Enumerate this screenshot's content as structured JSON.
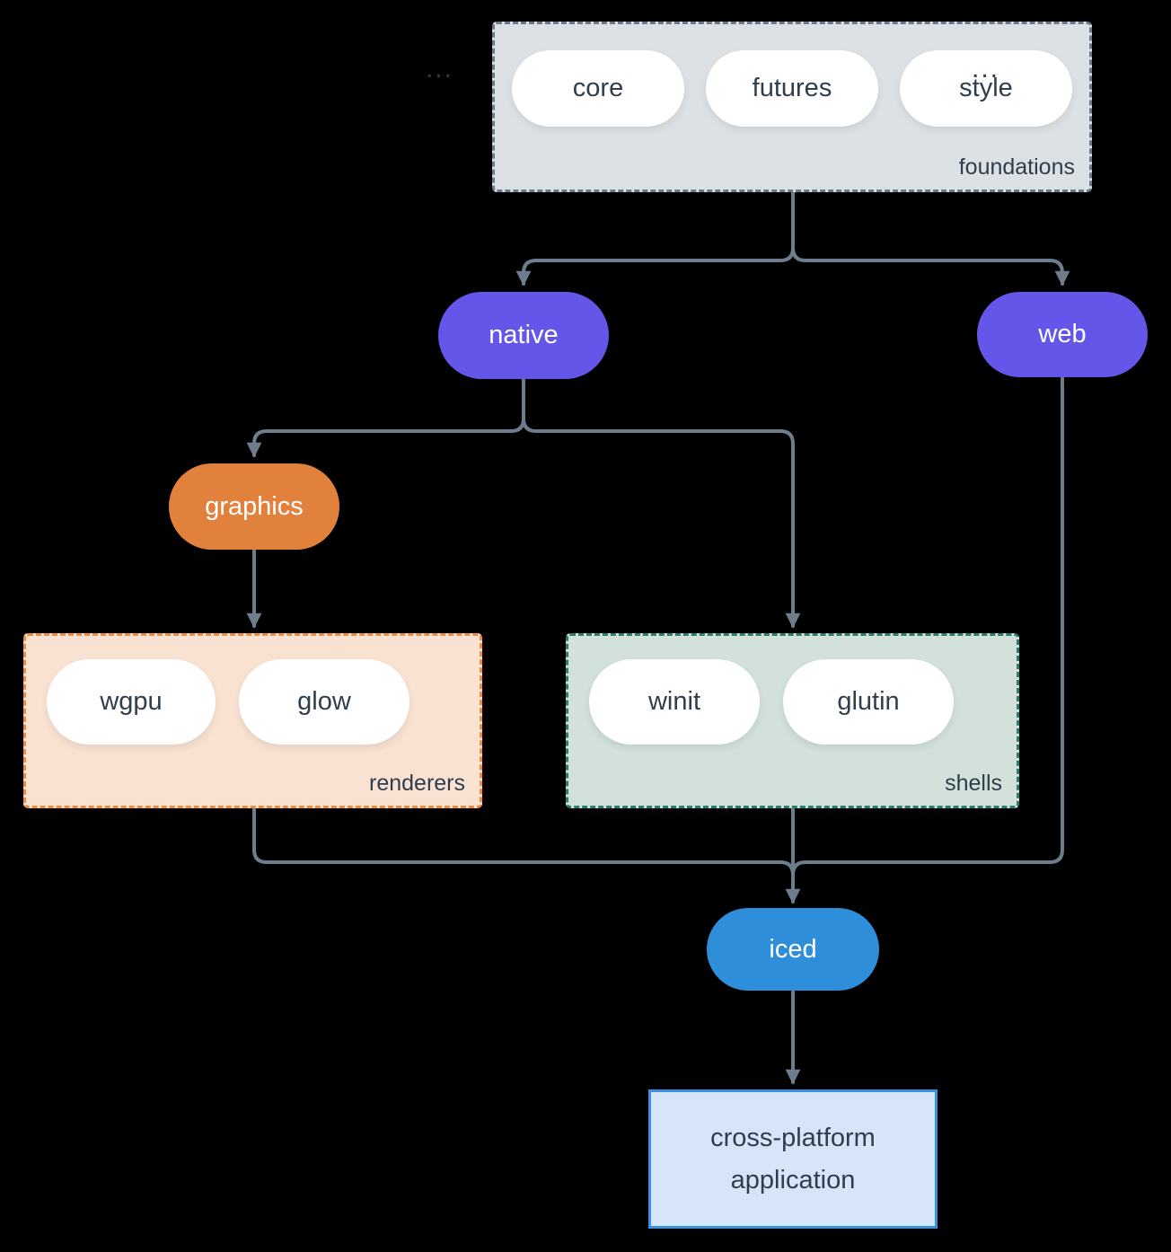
{
  "diagram": {
    "background_color": "#000000",
    "arrow_color": "#6d7d8e",
    "text_color": "#2f3e4c",
    "groups": {
      "foundations": {
        "label": "foundations",
        "items": [
          "core",
          "futures",
          "style"
        ],
        "fill": "#dce1e5",
        "border_color": "#6a7a8a"
      },
      "renderers": {
        "label": "renderers",
        "items": [
          "wgpu",
          "glow"
        ],
        "ellipsis": "...",
        "fill": "#f9e2d2",
        "border_color": "#f08a3c"
      },
      "shells": {
        "label": "shells",
        "items": [
          "winit",
          "glutin"
        ],
        "ellipsis": "...",
        "fill": "#d2e1d9",
        "border_color": "#2d7d6e"
      }
    },
    "nodes": {
      "native": {
        "label": "native",
        "fill": "#6356e8"
      },
      "web": {
        "label": "web",
        "fill": "#6356e8"
      },
      "graphics": {
        "label": "graphics",
        "fill": "#e2813c"
      },
      "iced": {
        "label": "iced",
        "fill": "#2e8ed9"
      },
      "application": {
        "lines": [
          "cross-platform",
          "application"
        ],
        "fill": "#d6e6f8",
        "border_color": "#3a90e0"
      }
    }
  }
}
